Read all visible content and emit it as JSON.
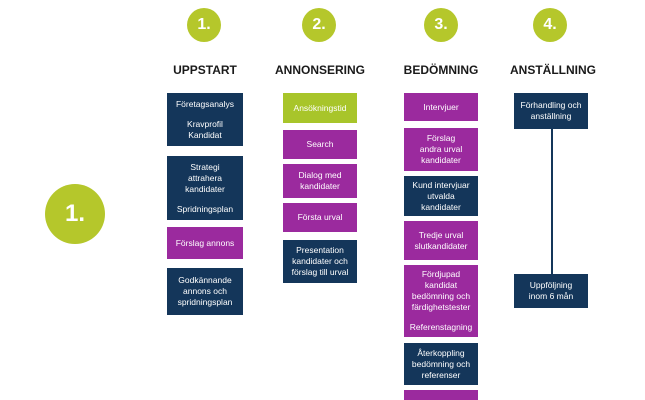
{
  "colors": {
    "accent_green": "#b5c72b",
    "navy": "#14365a",
    "purple": "#9b2a9e",
    "lime": "#a8c52a"
  },
  "big_step": "1.",
  "columns": [
    {
      "number": "1.",
      "heading": "UPPSTART",
      "boxes": [
        {
          "lines": [
            "Företagsanalys",
            "Kravprofil",
            "Kandidat"
          ],
          "gap_before": 1
        },
        {
          "lines": [
            "Strategi",
            "attrahera",
            "kandidater",
            "Spridningsplan"
          ],
          "gap_before": 3
        },
        {
          "lines": [
            "Förslag annons"
          ]
        },
        {
          "lines": [
            "Godkännande",
            "annons och",
            "spridningsplan"
          ]
        }
      ]
    },
    {
      "number": "2.",
      "heading": "ANNONSERING",
      "boxes": [
        {
          "lines": [
            "Ansökningstid"
          ]
        },
        {
          "lines": [
            "Search"
          ]
        },
        {
          "lines": [
            "Dialog med",
            "kandidater"
          ]
        },
        {
          "lines": [
            "Första urval"
          ]
        },
        {
          "lines": [
            "Presentation",
            "kandidater och",
            "förslag till urval"
          ]
        }
      ]
    },
    {
      "number": "3.",
      "heading": "BEDÖMNING",
      "boxes": [
        {
          "lines": [
            "Intervjuer"
          ]
        },
        {
          "lines": [
            "Förslag",
            "andra urval",
            "kandidater"
          ]
        },
        {
          "lines": [
            "Kund intervjuar",
            "utvalda",
            "kandidater"
          ]
        },
        {
          "lines": [
            "Tredje urval",
            "slutkandidater"
          ]
        },
        {
          "lines": [
            "Fördjupad",
            "kandidat",
            "bedömning och",
            "färdighetstester",
            "Referenstagning"
          ],
          "gap_before": 4
        },
        {
          "lines": [
            "Återkoppling",
            "bedömning och",
            "referenser"
          ]
        },
        {
          "lines": []
        }
      ]
    },
    {
      "number": "4.",
      "heading": "ANSTÄLLNING",
      "boxes": [
        {
          "lines": [
            "Förhandling och",
            "anställning"
          ]
        },
        {
          "lines": [
            "Uppföljning",
            "inom 6 mån"
          ]
        }
      ]
    }
  ]
}
